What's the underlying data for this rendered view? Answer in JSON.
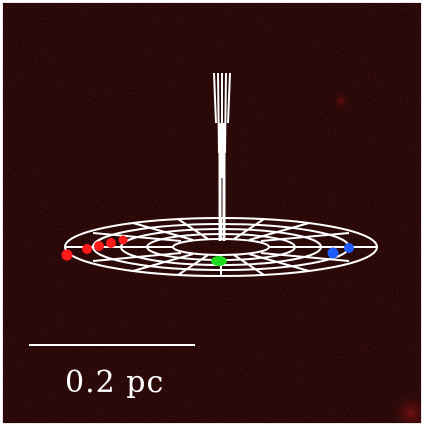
{
  "scale_bar": {
    "label": "0.2 pc"
  },
  "colors": {
    "background": "#1f0303",
    "disk": "#ffffff",
    "red_masers": "#ff1a1a",
    "blue_masers": "#1e5bff",
    "systemic_maser": "#1fdc1f",
    "diffuse_emission": "#5a0a0a"
  },
  "features": {
    "red_maser_count": 5,
    "blue_maser_count": 2,
    "systemic_maser_count": 1
  }
}
